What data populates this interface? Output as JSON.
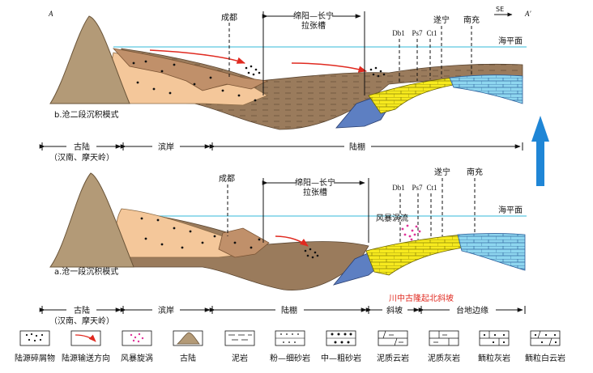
{
  "top_panel": {
    "corner_left": "A",
    "corner_right": "A′",
    "direction": "SE",
    "sea_level": "海平面",
    "chengdu": "成都",
    "rift_line1": "绵阳—长宁",
    "rift_line2": "拉张槽",
    "wells": [
      "Db1",
      "Ps7",
      "Ct1"
    ],
    "suining": "遂宁",
    "nanchong": "南充",
    "title": "b.沧二段沉积模式",
    "zones": {
      "old_land": "古陆",
      "old_land_sub": "（汉南、摩天岭）",
      "shore": "滨岸",
      "shelf": "陆棚"
    }
  },
  "bottom_panel": {
    "chengdu": "成都",
    "rift_line1": "绵阳—长宁",
    "rift_line2": "拉张槽",
    "wells": [
      "Db1",
      "Ps7",
      "Ct1"
    ],
    "suining": "遂宁",
    "nanchong": "南充",
    "sea_level": "海平面",
    "storm": "风暴涡流",
    "slope_label": "川中古隆起北斜坡",
    "title": "a.沧一段沉积模式",
    "zones": {
      "old_land": "古陆",
      "old_land_sub": "（汉南、摩天岭）",
      "shore": "滨岸",
      "shelf": "陆棚",
      "slope": "斜坡",
      "platform": "台地边缘"
    }
  },
  "legend": [
    {
      "icon": "terrigenous-debris",
      "label": "陆源碎屑物"
    },
    {
      "icon": "transport-arrow",
      "label": "陆源输送方向"
    },
    {
      "icon": "storm-vortex",
      "label": "风暴旋涡"
    },
    {
      "icon": "old-land",
      "label": "古陆"
    },
    {
      "icon": "mudstone",
      "label": "泥岩"
    },
    {
      "icon": "silt-fine-sandstone",
      "label": "粉—细砂岩"
    },
    {
      "icon": "medium-coarse-sandstone",
      "label": "中—粗砂岩"
    },
    {
      "icon": "argillaceous-dolomite",
      "label": "泥质云岩"
    },
    {
      "icon": "argillaceous-limestone",
      "label": "泥质灰岩"
    },
    {
      "icon": "oolitic-limestone",
      "label": "鲕粒灰岩"
    },
    {
      "icon": "oolitic-dolomite",
      "label": "鲕粒白云岩"
    }
  ],
  "colors": {
    "old_land": "#b39a77",
    "shore_sand": "#f4c79a",
    "brown_sand": "#c0906a",
    "mud": "#9a7b5c",
    "blue_dark": "#5d7fc2",
    "yellow": "#f7ea1e",
    "blue_light": "#8ed6ef",
    "sea_line": "#5cc7e0",
    "arrow_red": "#e02a20",
    "up_arrow": "#1f86d6",
    "storm": "#e0349a"
  }
}
